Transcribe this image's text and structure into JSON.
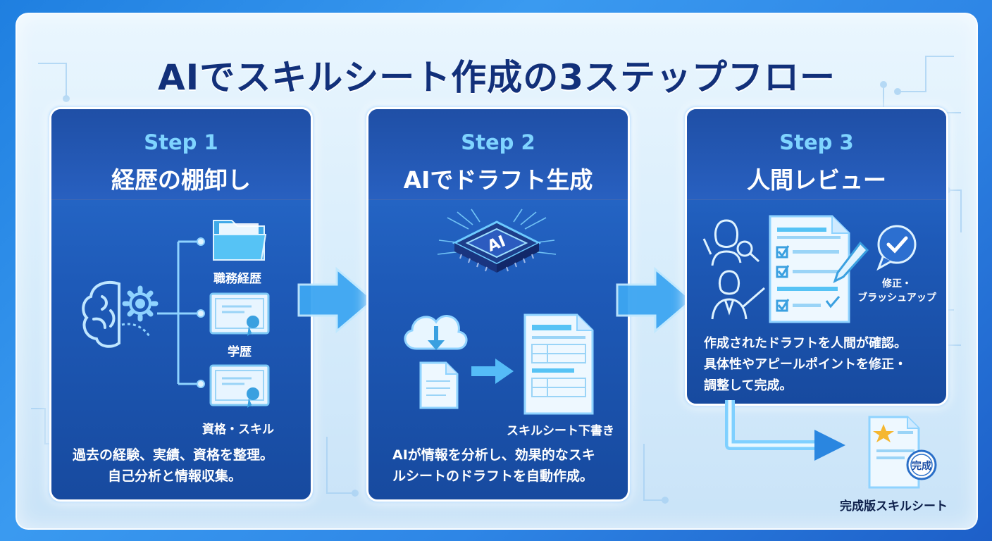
{
  "title": "AIでスキルシート作成の3ステップフロー",
  "steps": [
    {
      "label": "Step 1",
      "title": "経歴の棚卸し",
      "items": [
        "職務経歴",
        "学歴",
        "資格・スキル"
      ],
      "description": [
        "過去の経験、実績、資格を整理。",
        "自己分析と情報収集。"
      ]
    },
    {
      "label": "Step 2",
      "title": "AIでドラフト生成",
      "chip_text": "AI",
      "output_label": "スキルシート下書き",
      "description": [
        "AIが情報を分析し、効果的なスキ",
        "ルシートのドラフトを自動作成。"
      ]
    },
    {
      "label": "Step 3",
      "title": "人間レビュー",
      "note": [
        "修正・",
        "ブラッシュアップ"
      ],
      "description": [
        "作成されたドラフトを人間が確認。",
        "具体性やアピールポイントを修正・",
        "調整して完成。"
      ]
    }
  ],
  "final": {
    "stamp": "完成",
    "label": "完成版スキルシート"
  },
  "colors": {
    "title": "#12307a",
    "card": "#1e5ab8",
    "step_label": "#7fd4ff",
    "arrow": "#3aa0f0"
  }
}
